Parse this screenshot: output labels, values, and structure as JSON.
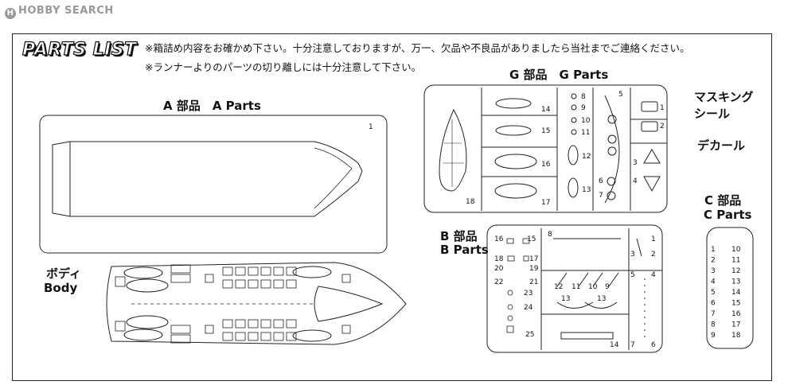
{
  "brand": {
    "logo_letter": "H",
    "text": "HOBBY SEARCH"
  },
  "header": {
    "title": "PARTS LIST",
    "notice_1": "※箱詰め内容をお確かめ下さい。十分注意しておりますが、万一、欠品や不良品がありましたら当社までご連絡ください。",
    "notice_2": "※ランナーよりのパーツの切り離しには十分注意して下さい。"
  },
  "parts": {
    "a_label": "A 部品　A Parts",
    "g_label": "G 部品　G Parts",
    "b_label_jp": "B 部品",
    "b_label_en": "B Parts",
    "c_label_jp": "C 部品",
    "c_label_en": "C Parts",
    "body_label_jp": "ボディ",
    "body_label_en": "Body",
    "masking_label_1": "マスキング",
    "masking_label_2": "シール",
    "decal_label": "デカール"
  },
  "a_numbers": [
    "1"
  ],
  "g_numbers": [
    "14",
    "15",
    "16",
    "17",
    "18",
    "8",
    "9",
    "10",
    "11",
    "12",
    "13",
    "5",
    "1",
    "2",
    "3",
    "4",
    "6",
    "7"
  ],
  "b_numbers": [
    "16",
    "15",
    "18",
    "17",
    "20",
    "19",
    "22",
    "21",
    "23",
    "24",
    "25",
    "8",
    "12",
    "11",
    "10",
    "9",
    "13",
    "13",
    "14",
    "3",
    "2",
    "1",
    "5",
    "4",
    "7",
    "6"
  ],
  "c_numbers_left": [
    "1",
    "2",
    "3",
    "4",
    "5",
    "6",
    "7",
    "8",
    "9"
  ],
  "c_numbers_right": [
    "10",
    "11",
    "12",
    "13",
    "14",
    "15",
    "16",
    "17",
    "18"
  ]
}
